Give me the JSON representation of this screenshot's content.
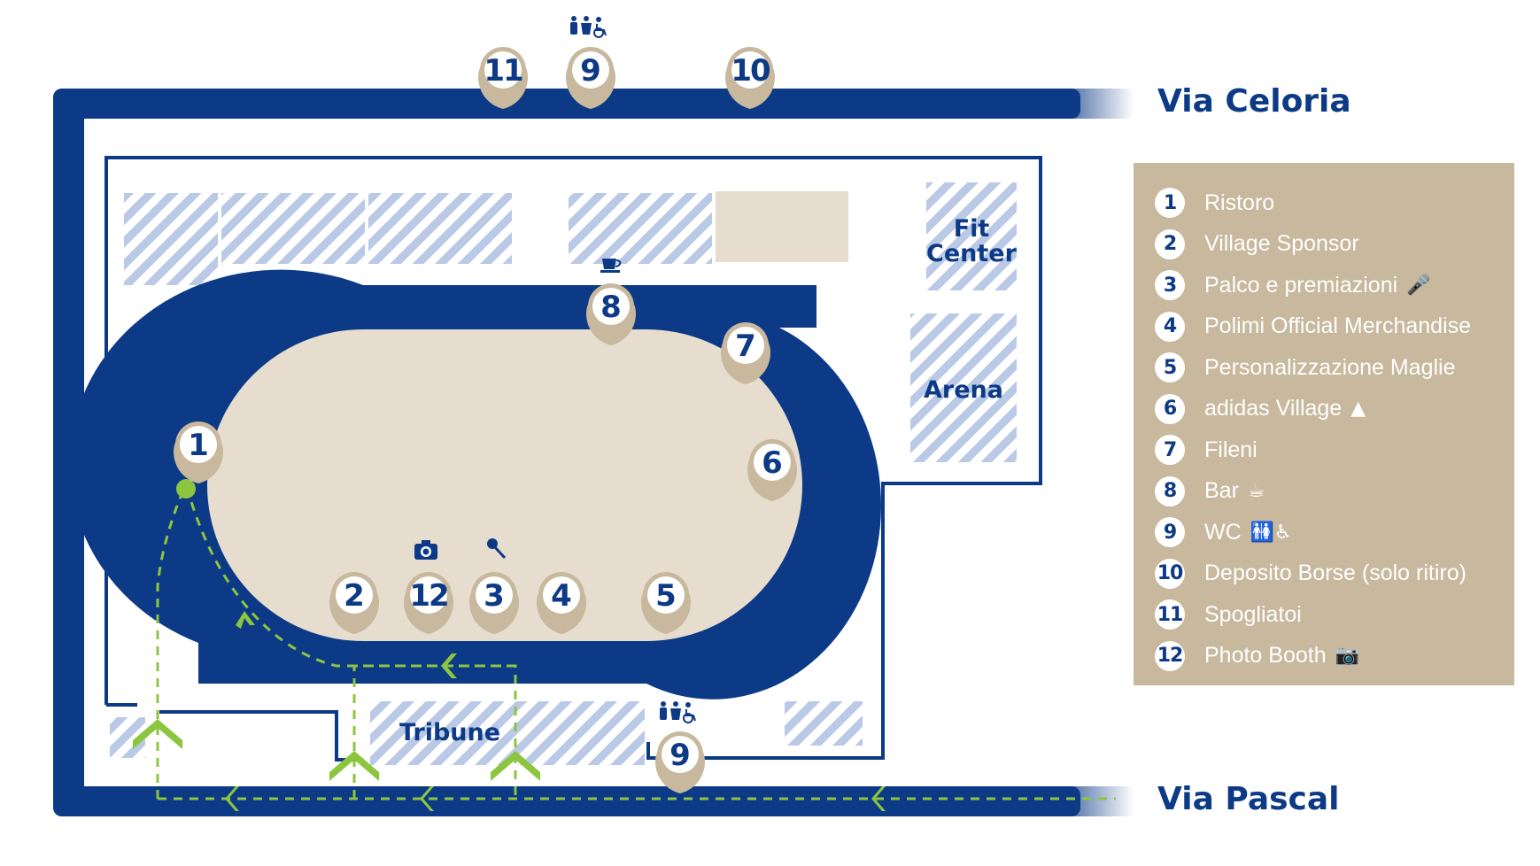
{
  "streets": {
    "north": "Via Celoria",
    "south": "Via Pascal"
  },
  "areas": {
    "fit_center_line1": "Fit",
    "fit_center_line2": "Center",
    "arena": "Arena",
    "tribune": "Tribune"
  },
  "pins": [
    {
      "number": "11"
    },
    {
      "number": "9"
    },
    {
      "number": "10"
    },
    {
      "number": "8"
    },
    {
      "number": "7"
    },
    {
      "number": "1"
    },
    {
      "number": "6"
    },
    {
      "number": "2"
    },
    {
      "number": "12"
    },
    {
      "number": "3"
    },
    {
      "number": "4"
    },
    {
      "number": "5"
    },
    {
      "number": "9"
    }
  ],
  "legend": [
    {
      "number": "1",
      "label": "Ristoro",
      "icon": ""
    },
    {
      "number": "2",
      "label": "Village Sponsor",
      "icon": ""
    },
    {
      "number": "3",
      "label": "Palco e premiazioni",
      "icon": "microphone-icon"
    },
    {
      "number": "4",
      "label": "Polimi Official Merchandise",
      "icon": ""
    },
    {
      "number": "5",
      "label": "Personalizzazione Maglie",
      "icon": ""
    },
    {
      "number": "6",
      "label": "adidas Village",
      "icon": "adidas-logo-icon"
    },
    {
      "number": "7",
      "label": "Fileni",
      "icon": ""
    },
    {
      "number": "8",
      "label": "Bar",
      "icon": "coffee-cup-icon"
    },
    {
      "number": "9",
      "label": "WC",
      "icon": "restroom-icon"
    },
    {
      "number": "10",
      "label": "Deposito Borse (solo ritiro)",
      "icon": ""
    },
    {
      "number": "11",
      "label": "Spogliatoi",
      "icon": ""
    },
    {
      "number": "12",
      "label": "Photo Booth",
      "icon": "camera-icon"
    }
  ],
  "colors": {
    "navy": "#0d3a86",
    "beige": "#c8b89d",
    "track_infield": "#e6ddcf",
    "stripe": "#b9c9e6",
    "route_green": "#8cc63f"
  }
}
